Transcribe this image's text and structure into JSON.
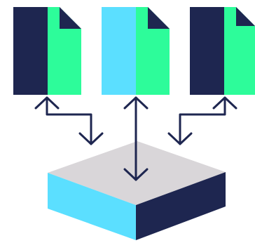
{
  "diagram": {
    "colors": {
      "navy": "#1E2650",
      "cyan": "#5BDFFF",
      "green": "#2DFC9A",
      "grey": "#D9D6D9",
      "line": "#1E2650",
      "background": "#FFFFFF"
    },
    "documents": [
      {
        "id": "doc-left",
        "left_color": "navy",
        "right_color": "green",
        "icon": "document-icon"
      },
      {
        "id": "doc-middle",
        "left_color": "cyan",
        "right_color": "green",
        "icon": "document-icon"
      },
      {
        "id": "doc-right",
        "left_color": "navy",
        "right_color": "green",
        "icon": "document-icon"
      }
    ],
    "storage": {
      "icon": "database-block-icon",
      "top_color": "grey",
      "left_face_color": "cyan",
      "right_face_color": "navy"
    },
    "connections": [
      {
        "from": "doc-left",
        "to": "storage",
        "type": "bidirectional-elbow"
      },
      {
        "from": "doc-middle",
        "to": "storage",
        "type": "bidirectional-straight"
      },
      {
        "from": "doc-right",
        "to": "storage",
        "type": "bidirectional-elbow"
      }
    ]
  }
}
